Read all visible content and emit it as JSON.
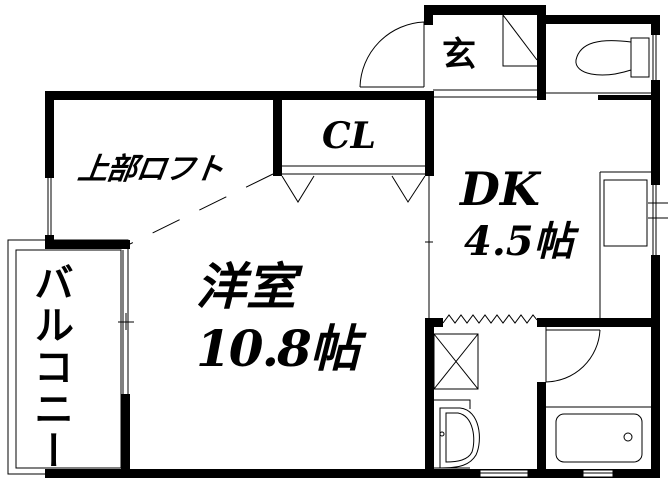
{
  "floor_plan": {
    "rooms": {
      "loft": {
        "label": "上部ロフト"
      },
      "closet": {
        "label": "CL"
      },
      "entrance": {
        "label": "玄"
      },
      "dining_kitchen": {
        "label": "DK",
        "size": "4.5帖"
      },
      "western_room": {
        "label": "洋室",
        "size": "10.8帖"
      },
      "balcony": {
        "label": "バルコニー"
      }
    },
    "colors": {
      "wall": "#000000",
      "line": "#000000",
      "background": "#ffffff"
    }
  }
}
